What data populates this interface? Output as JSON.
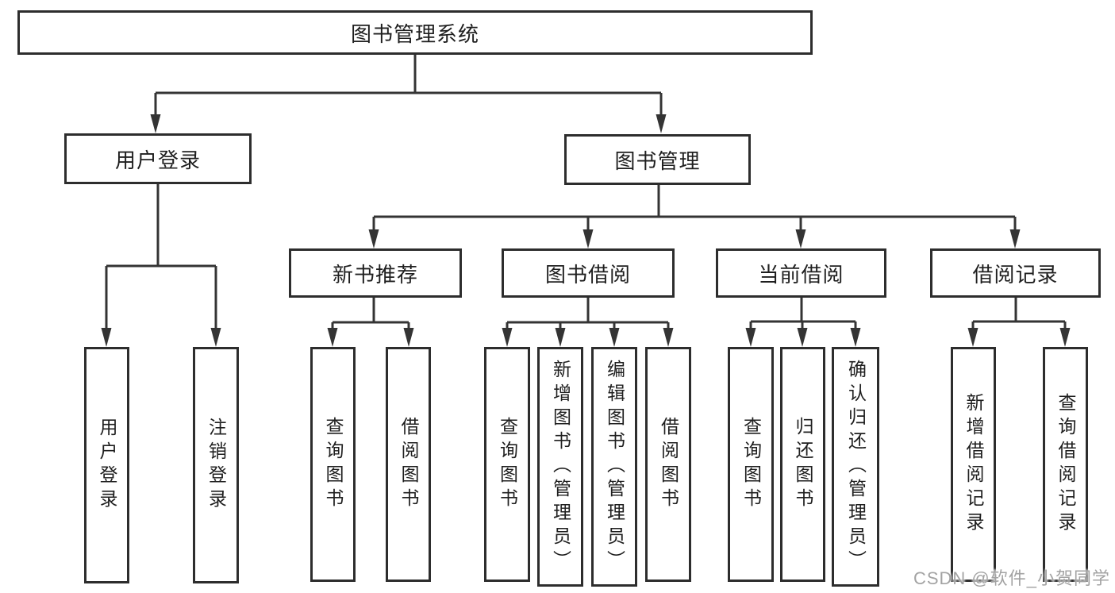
{
  "diagram": {
    "root_label": "图书管理系统",
    "branches": [
      {
        "label": "用户登录",
        "children": [
          "用户登录",
          "注销登录"
        ]
      },
      {
        "label": "图书管理",
        "sections": [
          {
            "label": "新书推荐",
            "children": [
              "查询图书",
              "借阅图书"
            ]
          },
          {
            "label": "图书借阅",
            "children": [
              "查询图书",
              "新增图书（管理员）",
              "编辑图书（管理员）",
              "借阅图书"
            ]
          },
          {
            "label": "当前借阅",
            "children": [
              "查询图书",
              "归还图书",
              "确认归还（管理员）"
            ]
          },
          {
            "label": "借阅记录",
            "children": [
              "新增借阅记录",
              "查询借阅记录"
            ]
          }
        ]
      }
    ]
  },
  "watermark": {
    "text": "CSDN @软件_小贺同学"
  },
  "colors": {
    "background": "#ffffff",
    "box_border": "#2d2d2d",
    "connector_line": "#343434",
    "text": "#1f1f1f",
    "watermark_text": "#a3a3a3"
  }
}
